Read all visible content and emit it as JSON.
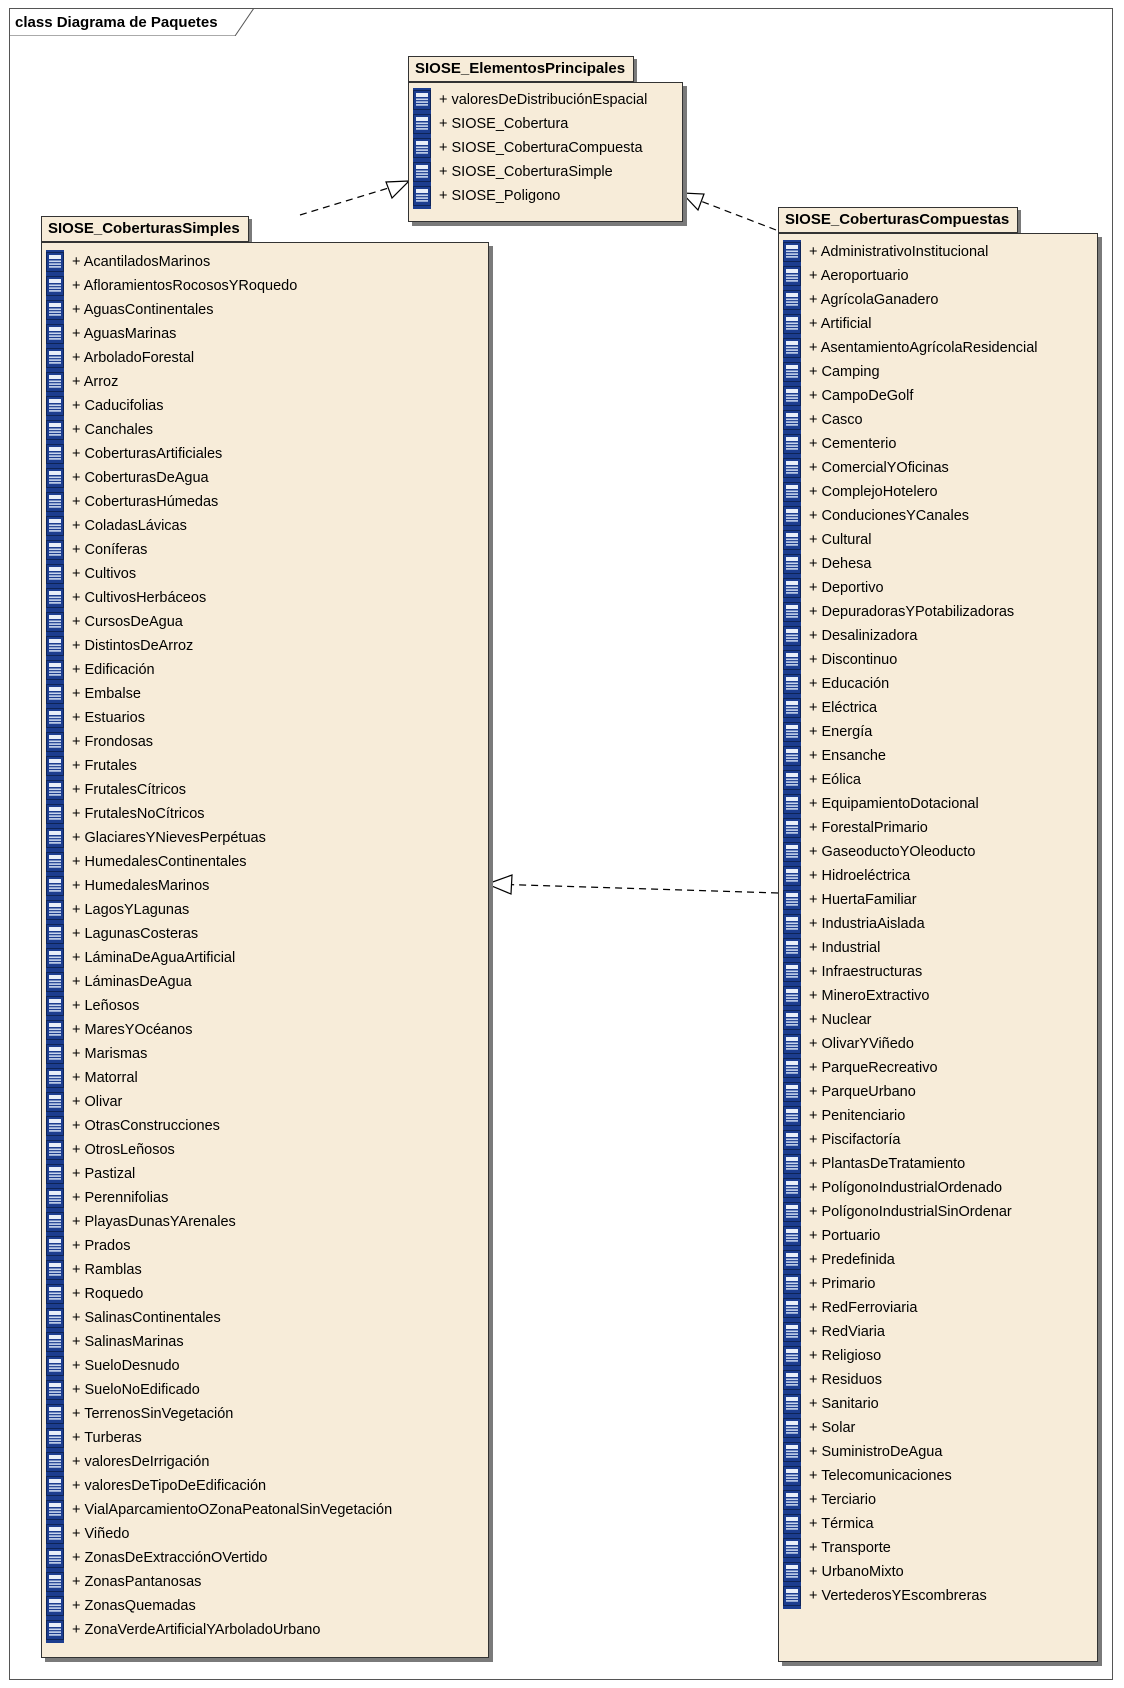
{
  "frame": {
    "title": "class Diagrama de Paquetes"
  },
  "packages": {
    "principales": {
      "name": "SIOSE_ElementosPrincipales",
      "items": [
        "+ valoresDeDistribuciónEspacial",
        "+ SIOSE_Cobertura",
        "+ SIOSE_CoberturaCompuesta",
        "+ SIOSE_CoberturaSimple",
        "+ SIOSE_Poligono"
      ]
    },
    "simples": {
      "name": "SIOSE_CoberturasSimples",
      "items": [
        "+ AcantiladosMarinos",
        "+ AfloramientosRocososYRoquedo",
        "+ AguasContinentales",
        "+ AguasMarinas",
        "+ ArboladoForestal",
        "+ Arroz",
        "+ Caducifolias",
        "+ Canchales",
        "+ CoberturasArtificiales",
        "+ CoberturasDeAgua",
        "+ CoberturasHúmedas",
        "+ ColadasLávicas",
        "+ Coníferas",
        "+ Cultivos",
        "+ CultivosHerbáceos",
        "+ CursosDeAgua",
        "+ DistintosDeArroz",
        "+ Edificación",
        "+ Embalse",
        "+ Estuarios",
        "+ Frondosas",
        "+ Frutales",
        "+ FrutalesCítricos",
        "+ FrutalesNoCítricos",
        "+ GlaciaresYNievesPerpétuas",
        "+ HumedalesContinentales",
        "+ HumedalesMarinos",
        "+ LagosYLagunas",
        "+ LagunasCosteras",
        "+ LáminaDeAguaArtificial",
        "+ LáminasDeAgua",
        "+ Leñosos",
        "+ MaresYOcéanos",
        "+ Marismas",
        "+ Matorral",
        "+ Olivar",
        "+ OtrasConstrucciones",
        "+ OtrosLeñosos",
        "+ Pastizal",
        "+ Perennifolias",
        "+ PlayasDunasYArenales",
        "+ Prados",
        "+ Ramblas",
        "+ Roquedo",
        "+ SalinasContinentales",
        "+ SalinasMarinas",
        "+ SueloDesnudo",
        "+ SueloNoEdificado",
        "+ TerrenosSinVegetación",
        "+ Turberas",
        "+ valoresDeIrrigación",
        "+ valoresDeTipoDeEdificación",
        "+ VialAparcamientoOZonaPeatonalSinVegetación",
        "+ Viñedo",
        "+ ZonasDeExtracciónOVertido",
        "+ ZonasPantanosas",
        "+ ZonasQuemadas",
        "+ ZonaVerdeArtificialYArboladoUrbano"
      ]
    },
    "compuestas": {
      "name": "SIOSE_CoberturasCompuestas",
      "items": [
        "+ AdministrativoInstitucional",
        "+ Aeroportuario",
        "+ AgrícolaGanadero",
        "+ Artificial",
        "+ AsentamientoAgrícolaResidencial",
        "+ Camping",
        "+ CampoDeGolf",
        "+ Casco",
        "+ Cementerio",
        "+ ComercialYOficinas",
        "+ ComplejoHotelero",
        "+ ConducionesYCanales",
        "+ Cultural",
        "+ Dehesa",
        "+ Deportivo",
        "+ DepuradorasYPotabilizadoras",
        "+ Desalinizadora",
        "+ Discontinuo",
        "+ Educación",
        "+ Eléctrica",
        "+ Energía",
        "+ Ensanche",
        "+ Eólica",
        "+ EquipamientoDotacional",
        "+ ForestalPrimario",
        "+ GaseoductoYOleoducto",
        "+ Hidroeléctrica",
        "+ HuertaFamiliar",
        "+ IndustriaAislada",
        "+ Industrial",
        "+ Infraestructuras",
        "+ MineroExtractivo",
        "+ Nuclear",
        "+ OlivarYViñedo",
        "+ ParqueRecreativo",
        "+ ParqueUrbano",
        "+ Penitenciario",
        "+ Piscifactoría",
        "+ PlantasDeTratamiento",
        "+ PolígonoIndustrialOrdenado",
        "+ PolígonoIndustrialSinOrdenar",
        "+ Portuario",
        "+ Predefinida",
        "+ Primario",
        "+ RedFerroviaria",
        "+ RedViaria",
        "+ Religioso",
        "+ Residuos",
        "+ Sanitario",
        "+ Solar",
        "+ SuministroDeAgua",
        "+ Telecomunicaciones",
        "+ Terciario",
        "+ Térmica",
        "+ Transporte",
        "+ UrbanoMixto",
        "+ VertederosYEscombreras"
      ]
    }
  },
  "relations": [
    {
      "from": "SIOSE_CoberturasSimples",
      "to": "SIOSE_ElementosPrincipales",
      "type": "dependency"
    },
    {
      "from": "SIOSE_CoberturasCompuestas",
      "to": "SIOSE_ElementosPrincipales",
      "type": "dependency"
    },
    {
      "from": "SIOSE_CoberturasCompuestas",
      "to": "SIOSE_CoberturasSimples",
      "type": "dependency"
    }
  ]
}
